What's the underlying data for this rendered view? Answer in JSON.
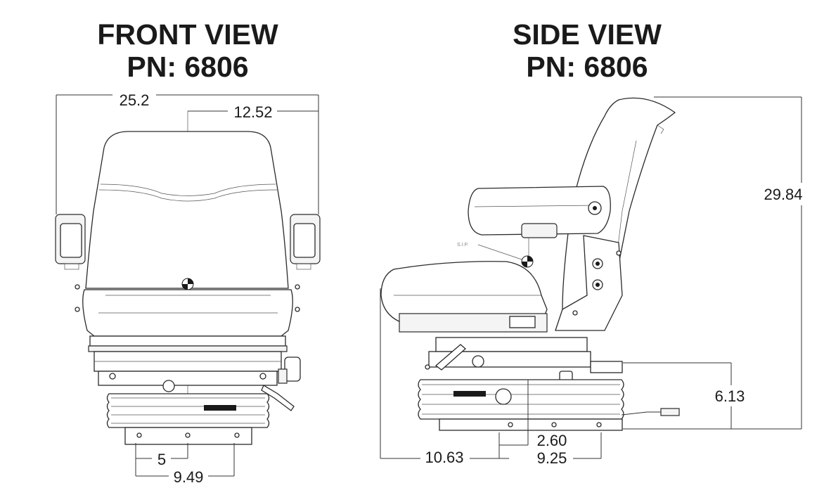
{
  "front_view": {
    "title": "FRONT VIEW",
    "part_number": "PN: 6806",
    "dimensions": {
      "overall_width": "25.2",
      "half_width": "12.52",
      "mount_inner": "5",
      "mount_outer": "9.49"
    }
  },
  "side_view": {
    "title": "SIDE VIEW",
    "part_number": "PN: 6806",
    "dimensions": {
      "overall_height": "29.84",
      "suspension_height": "6.13",
      "mount_spacing": "2.60",
      "front_to_mount": "10.63",
      "mount_depth": "9.25"
    },
    "sip_label": "S.I.P."
  }
}
